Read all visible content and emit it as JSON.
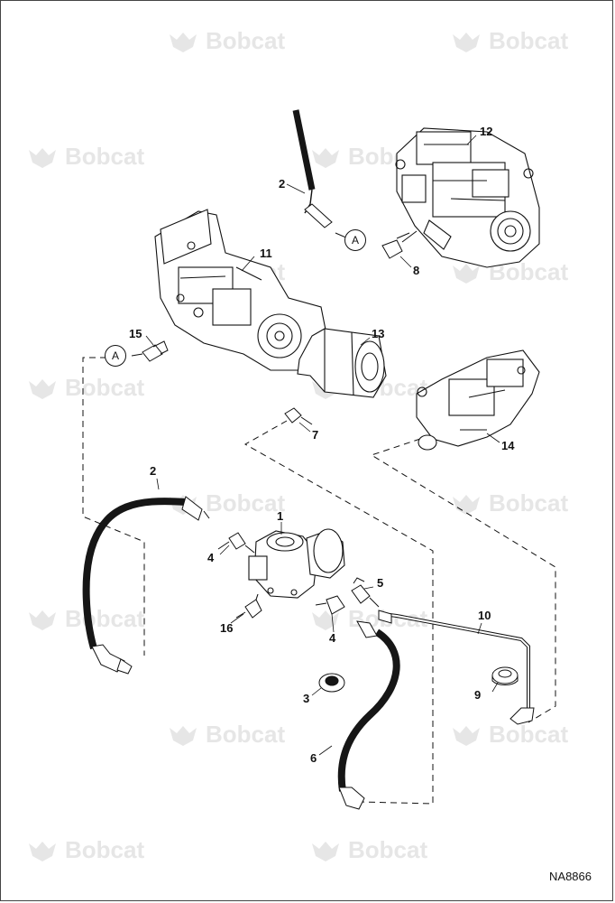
{
  "watermarks": {
    "brand": "Bobcat",
    "color": "#e6e6e6"
  },
  "callouts": {
    "n1": "1",
    "n2a": "2",
    "n2b": "2",
    "n3": "3",
    "n4a": "4",
    "n4b": "4",
    "n5": "5",
    "n6": "6",
    "n7": "7",
    "n8": "8",
    "n9": "9",
    "n10": "10",
    "n11": "11",
    "n12": "12",
    "n13": "13",
    "n14": "14",
    "n15": "15",
    "n16": "16"
  },
  "connectors": {
    "a1": "A",
    "a2": "A"
  },
  "drawing_id": "NA8866",
  "colors": {
    "line": "#111111",
    "hose": "#161616",
    "frame": "#444444"
  }
}
